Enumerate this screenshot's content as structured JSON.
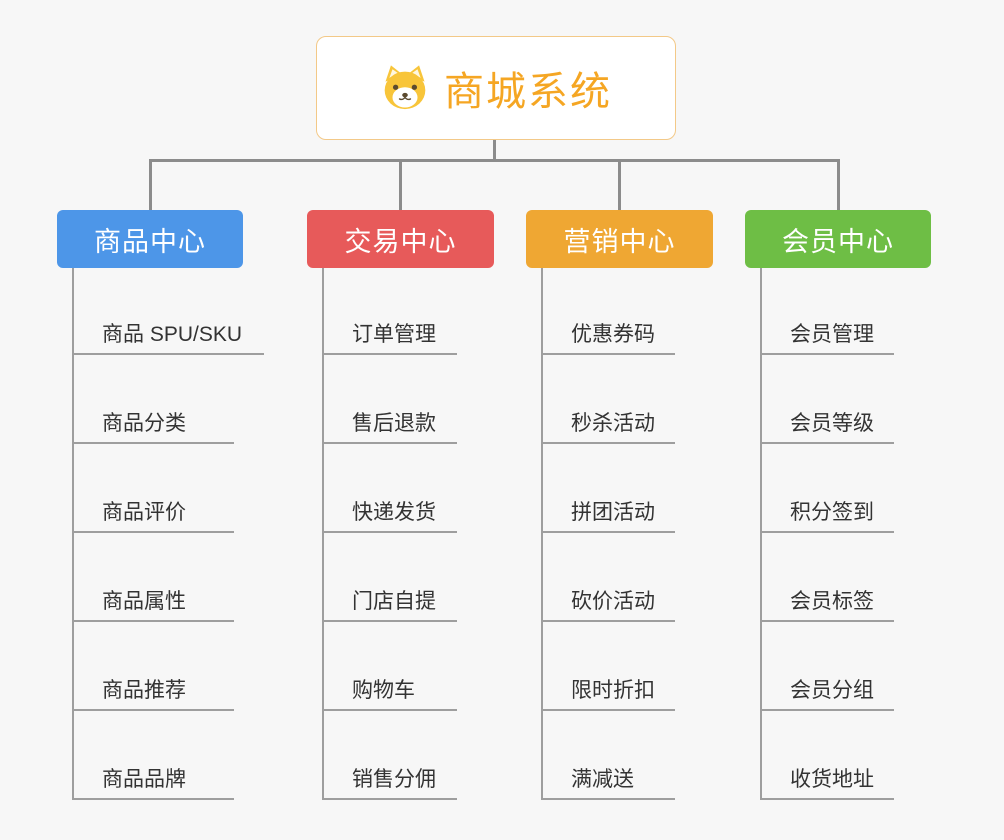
{
  "root": {
    "label": "商城系统",
    "icon": "dog-icon",
    "text_color": "#F5A623",
    "border_color": "#f3c988"
  },
  "branches": [
    {
      "label": "商品中心",
      "color": "#4D96E8",
      "children": [
        "商品 SPU/SKU",
        "商品分类",
        "商品评价",
        "商品属性",
        "商品推荐",
        "商品品牌"
      ]
    },
    {
      "label": "交易中心",
      "color": "#E75A5A",
      "children": [
        "订单管理",
        "售后退款",
        "快递发货",
        "门店自提",
        "购物车",
        "销售分佣"
      ]
    },
    {
      "label": "营销中心",
      "color": "#EFA733",
      "children": [
        "优惠券码",
        "秒杀活动",
        "拼团活动",
        "砍价活动",
        "限时折扣",
        "满减送"
      ]
    },
    {
      "label": "会员中心",
      "color": "#6EBE45",
      "children": [
        "会员管理",
        "会员等级",
        "积分签到",
        "会员标签",
        "会员分组",
        "收货地址"
      ]
    }
  ],
  "colors": {
    "background": "#f7f7f7",
    "connector": "#8c8c8c",
    "child_line": "#9e9e9e",
    "child_text": "#333333"
  }
}
